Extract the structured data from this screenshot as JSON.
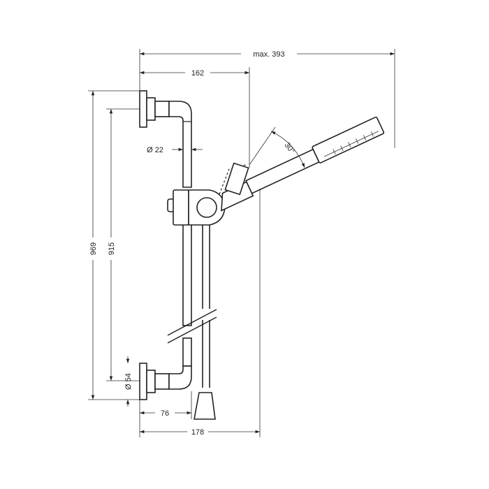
{
  "dimensions": {
    "max_width": "max. 393",
    "wall_to_slider_axis": "162",
    "bar_diameter": "Ø 22",
    "spray_angle": "30°",
    "total_height": "969",
    "bracket_spacing": "915",
    "bracket_diameter": "Ø 54",
    "wall_to_bar_axis": "76",
    "wall_to_hose_axis": "178"
  }
}
